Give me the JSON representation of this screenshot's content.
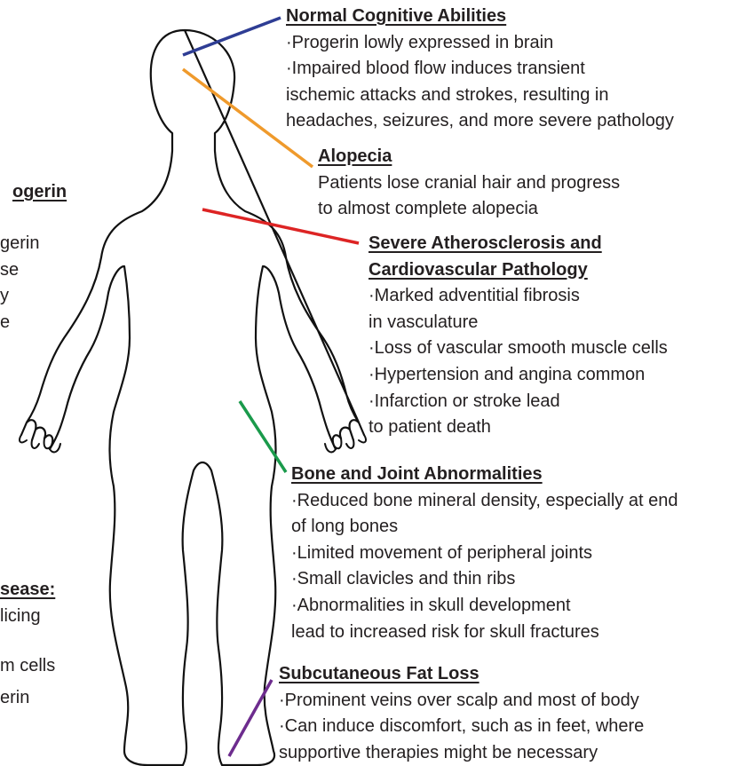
{
  "colors": {
    "outline": "#111111",
    "cognitive": "#2e3d94",
    "alopecia": "#ef9a2c",
    "cardio": "#dd2424",
    "bone": "#1a9a4b",
    "fat": "#6d2c8e",
    "text": "#231f20"
  },
  "left_fragments": {
    "progerin_heading": "ogerin",
    "progerin_lines": [
      "gerin",
      "se",
      "y",
      "e"
    ],
    "disease_heading": "sease:",
    "disease_lines": [
      "licing",
      "m cells",
      "erin"
    ]
  },
  "sections": {
    "cognitive": {
      "heading": "Normal Cognitive Abilities",
      "lines": [
        "·Progerin lowly expressed in brain",
        "·Impaired blood flow induces transient",
        "ischemic attacks and strokes, resulting in",
        "headaches, seizures, and more severe pathology"
      ]
    },
    "alopecia": {
      "heading": "Alopecia",
      "lines": [
        "Patients lose cranial hair and progress",
        "to almost complete alopecia"
      ]
    },
    "cardio": {
      "heading_lines": [
        "Severe Atherosclerosis and",
        "Cardiovascular Pathology"
      ],
      "lines": [
        "·Marked adventitial fibrosis",
        "in vasculature",
        "·Loss of vascular smooth muscle cells",
        "·Hypertension and angina common",
        "·Infarction or stroke lead",
        "to patient death"
      ]
    },
    "bone": {
      "heading": "Bone and Joint Abnormalities",
      "lines": [
        "·Reduced bone mineral density, especially at end",
        "of long bones",
        "·Limited movement of peripheral joints",
        "·Small clavicles and thin ribs",
        "·Abnormalities in skull development",
        "lead to increased risk for skull fractures"
      ]
    },
    "fat": {
      "heading": "Subcutaneous Fat Loss",
      "lines": [
        "·Prominent veins over scalp and most of body",
        "·Can induce discomfort, such as in feet, where",
        "supportive therapies might be necessary"
      ]
    }
  }
}
